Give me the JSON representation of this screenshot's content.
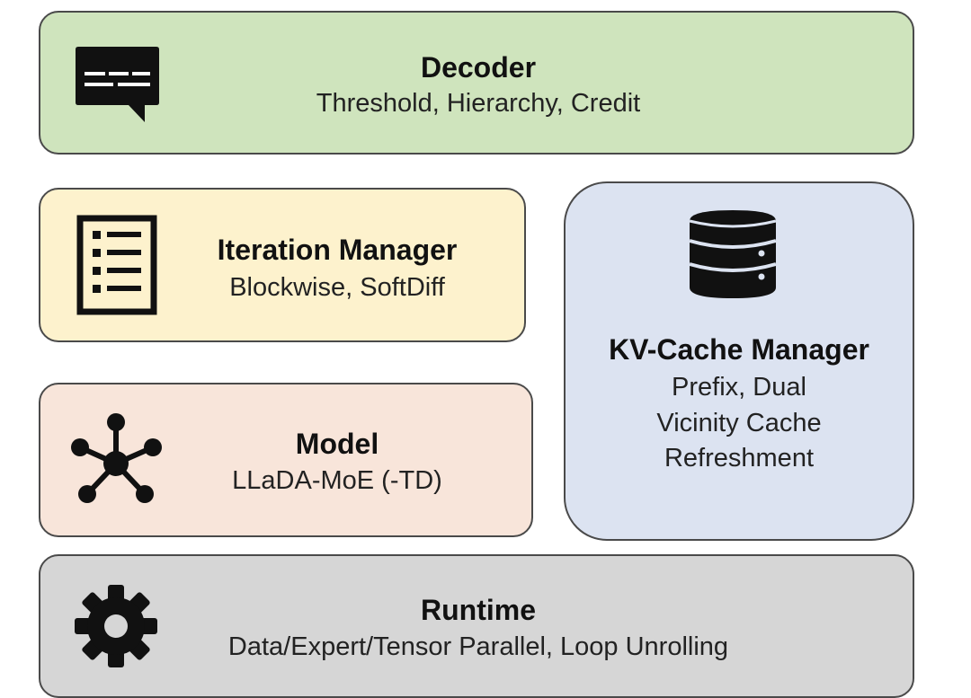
{
  "decoder": {
    "title": "Decoder",
    "subtitle": "Threshold, Hierarchy, Credit",
    "icon": "chat-bubble-icon",
    "color": "#cfe4bd"
  },
  "iteration_manager": {
    "title": "Iteration Manager",
    "subtitle": "Blockwise, SoftDiff",
    "icon": "checklist-icon",
    "color": "#fdf2cd"
  },
  "model": {
    "title": "Model",
    "subtitle": "LLaDA-MoE (-TD)",
    "icon": "network-hub-icon",
    "color": "#f8e5da"
  },
  "kv_cache_manager": {
    "title": "KV-Cache Manager",
    "subtitle_lines": [
      "Prefix, Dual",
      "Vicinity Cache",
      "Refreshment"
    ],
    "icon": "database-icon",
    "color": "#dce3f1"
  },
  "runtime": {
    "title": "Runtime",
    "subtitle": "Data/Expert/Tensor Parallel, Loop Unrolling",
    "icon": "gear-icon",
    "color": "#d6d6d6"
  }
}
